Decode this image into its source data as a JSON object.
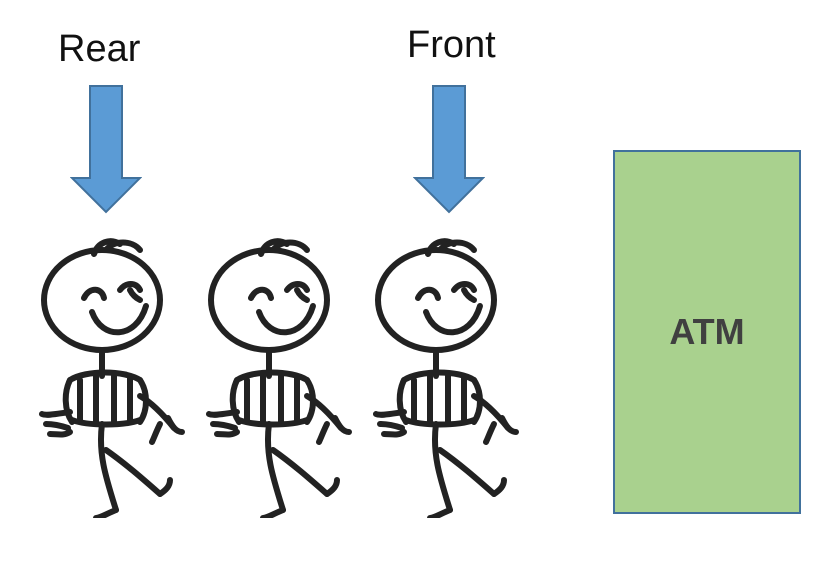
{
  "labels": {
    "rear": "Rear",
    "front": "Front"
  },
  "atm": {
    "label": "ATM"
  },
  "queue": {
    "people_count": 3
  },
  "colors": {
    "arrow_fill": "#5b9bd5",
    "arrow_stroke": "#41719c",
    "atm_fill": "#a9d18e",
    "atm_border": "#41719c",
    "figure_stroke": "#222222"
  },
  "icons": {
    "arrow": "down-arrow-icon",
    "person": "stick-figure-icon"
  }
}
